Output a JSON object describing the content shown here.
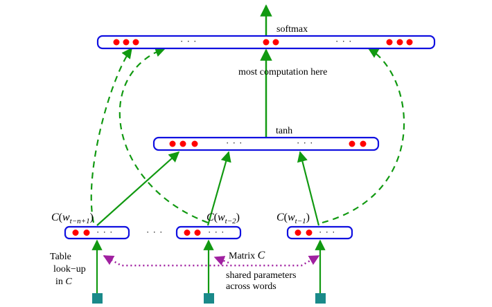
{
  "colors": {
    "layer_border": "#1010e0",
    "unit": "#ff0000",
    "arrow": "#119911",
    "dashed": "#119911",
    "shared": "#a020a0",
    "input": "#1a8a8a"
  },
  "labels": {
    "softmax": "softmax",
    "most_computation": "most computation here",
    "tanh": "tanh",
    "table_line1": "Table",
    "table_line2": "look−up",
    "table_line3": "in ",
    "table_C": "C",
    "matrix": "Matrix ",
    "matrix_C": "C",
    "shared_line1": "shared parameters",
    "shared_line2": "across words",
    "ellipsis": "· · ·"
  },
  "context_labels": [
    {
      "C": "C",
      "w": "w",
      "sub": "t−n+1"
    },
    {
      "C": "C",
      "w": "w",
      "sub": "t−2"
    },
    {
      "C": "C",
      "w": "w",
      "sub": "t−1"
    }
  ]
}
